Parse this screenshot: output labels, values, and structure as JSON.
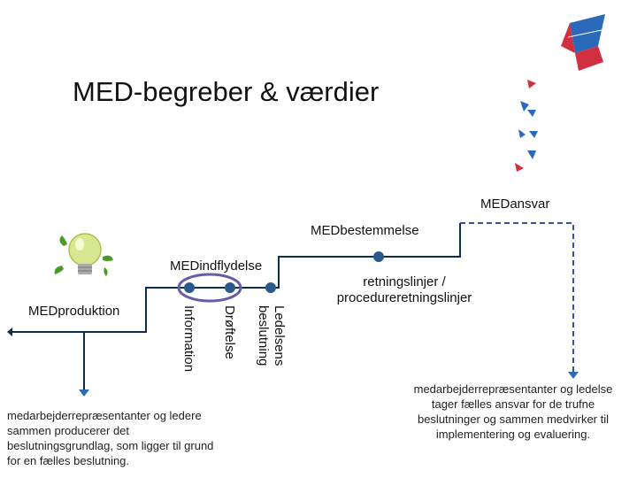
{
  "title": "MED-begreber & værdier",
  "levels": {
    "ansvar": "MEDansvar",
    "bestemmelse": "MEDbestemmelse",
    "indflydelse": "MEDindflydelse",
    "produktion": "MEDproduktion"
  },
  "vertical_labels": {
    "information": "Information",
    "droftelse": "Drøftelse",
    "ledelsens_line1": "Ledelsens",
    "ledelsens_line2": "beslutning"
  },
  "retningslinjer": {
    "line1": "retningslinjer /",
    "line2": "procedureretningslinjer"
  },
  "left_description": "medarbejderrepræsentanter og ledere sammen producerer det beslutningsgrundlag, som ligger til grund for en fælles beslutning.",
  "right_description": "medarbejderrepræsentanter og ledelse tager fælles ansvar for de trufne beslutninger og sammen medvirker til implementering og evaluering.",
  "colors": {
    "line": "#0d2e4e",
    "dashed": "#3a4fa0",
    "ellipse": "#6a5aa8",
    "dot": "#2a5a8c",
    "kite_red": "#d03040",
    "kite_blue": "#2a6ab8"
  },
  "icons": [
    "lightbulb-icon",
    "kite-logo-icon"
  ]
}
